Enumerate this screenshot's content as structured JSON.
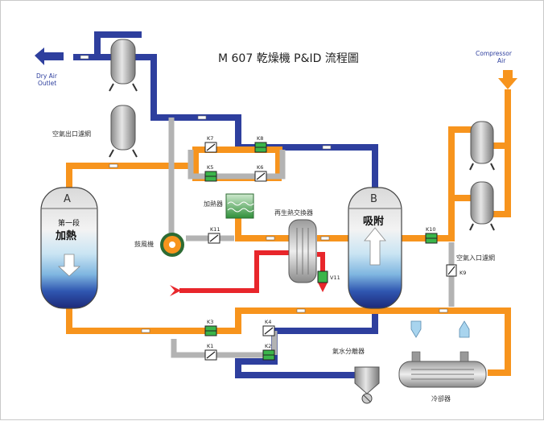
{
  "diagram": {
    "title": "M 607 乾燥機 P&ID 流程圖",
    "outlet_label_1": "Dry Air",
    "outlet_label_2": "Outlet",
    "compressor_label_1": "Compressor",
    "compressor_label_2": "Air",
    "tower_a": {
      "letter": "A",
      "line1": "第一段",
      "line2": "加熱"
    },
    "tower_b": {
      "letter": "B",
      "line1": "吸附"
    },
    "labels": {
      "outlet_filter": "空氣出口濾網",
      "heater": "加熱器",
      "blower": "鼓風機",
      "air_cooler": "再生熱交換器",
      "inlet_filter": "空氣入口濾網",
      "water_separator": "氣水分離器",
      "condenser": "冷卻器"
    },
    "valves": [
      "K7",
      "K8",
      "K5",
      "K6",
      "K11",
      "K10",
      "K9",
      "K3",
      "K4",
      "K1",
      "K2",
      "V11"
    ],
    "colors": {
      "dry_air": "#2e3f9e",
      "wet_air": "#f7941d",
      "regen": "#b3b3b3",
      "cooling": "#e8262b",
      "valve_green": "#3bb54a"
    }
  }
}
